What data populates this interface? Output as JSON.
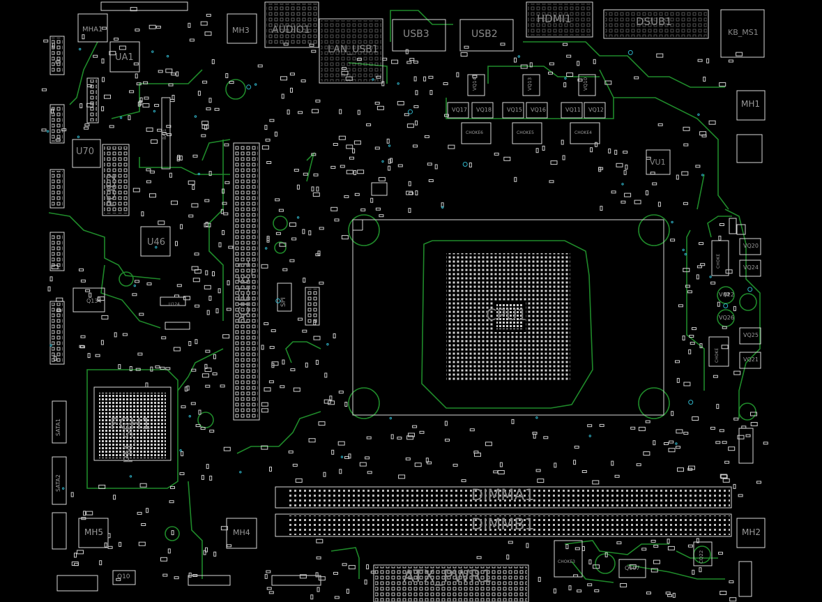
{
  "components": {
    "big": [
      {
        "key": "cpu",
        "label": "CPU1"
      },
      {
        "key": "fch",
        "label": "FCH1"
      },
      {
        "key": "dimma",
        "label": "DIMMA1"
      },
      {
        "key": "dimmb",
        "label": "DIMMB1"
      },
      {
        "key": "atx",
        "label": "ATX_PWR1"
      },
      {
        "key": "pcie16",
        "label": "PCIE16_1"
      },
      {
        "key": "pcie2",
        "label": "PCIE2"
      },
      {
        "key": "fch_tag",
        "label": "PM_SB"
      }
    ],
    "connectors": [
      {
        "key": "audio",
        "label": "AUDIO1"
      },
      {
        "key": "lan",
        "label": "LAN_USB1"
      },
      {
        "key": "usb3",
        "label": "USB3"
      },
      {
        "key": "usb2",
        "label": "USB2"
      },
      {
        "key": "hdmi",
        "label": "HDMI1"
      },
      {
        "key": "dsub",
        "label": "DSUB1"
      },
      {
        "key": "kbms",
        "label": "KB_MS1"
      }
    ],
    "chips": [
      {
        "key": "ua1",
        "label": "UA1"
      },
      {
        "key": "u70",
        "label": "U70"
      },
      {
        "key": "u46",
        "label": "U46"
      },
      {
        "key": "vu1",
        "label": "VU1"
      },
      {
        "key": "spi",
        "label": "SPI"
      },
      {
        "key": "bat",
        "label": "BAT1"
      }
    ],
    "mounting_holes": [
      {
        "key": "mha1",
        "label": "MHA1"
      },
      {
        "key": "mh3",
        "label": "MH3"
      },
      {
        "key": "mh1",
        "label": "MH1"
      },
      {
        "key": "mh5",
        "label": "MH5"
      },
      {
        "key": "mh4",
        "label": "MH4"
      },
      {
        "key": "mh2",
        "label": "MH2"
      }
    ],
    "small": [
      {
        "key": "q10",
        "label": "Q10"
      },
      {
        "key": "q107",
        "label": "Q107"
      },
      {
        "key": "q134",
        "label": "Q134"
      },
      {
        "key": "u124",
        "label": "U124"
      },
      {
        "key": "vq20",
        "label": "VQ20"
      },
      {
        "key": "vq24",
        "label": "VQ24"
      },
      {
        "key": "vq22",
        "label": "VQ22"
      },
      {
        "key": "vq26",
        "label": "VQ26"
      },
      {
        "key": "vq25",
        "label": "VQ25"
      },
      {
        "key": "vq21",
        "label": "VQ21"
      },
      {
        "key": "vq17",
        "label": "VQ17"
      },
      {
        "key": "vq18",
        "label": "VQ18"
      },
      {
        "key": "vq15",
        "label": "VQ15"
      },
      {
        "key": "vq16",
        "label": "VQ16"
      },
      {
        "key": "vq11",
        "label": "VQ11"
      },
      {
        "key": "vq12",
        "label": "VQ12"
      },
      {
        "key": "vq14",
        "label": "VQ14"
      },
      {
        "key": "vq13",
        "label": "VQ13"
      },
      {
        "key": "vq10",
        "label": "VQ10"
      },
      {
        "key": "choke6",
        "label": "CHOKE6"
      },
      {
        "key": "choke5",
        "label": "CHOKE5"
      },
      {
        "key": "choke4",
        "label": "CHOKE4"
      },
      {
        "key": "choke3",
        "label": "CHOKE3"
      },
      {
        "key": "choke_r1",
        "label": "CHOKE"
      },
      {
        "key": "choke_r2",
        "label": "CHOKE"
      },
      {
        "key": "sata1",
        "label": "SATA1"
      },
      {
        "key": "sata2",
        "label": "SATA2"
      },
      {
        "key": "cq22",
        "label": "CQ22"
      }
    ]
  },
  "colors": {
    "background": "#000000",
    "outline": "#d8d8d8",
    "trace": "#1f8a2a",
    "label": "#8a8a8a",
    "via": "#2fb3c8"
  }
}
